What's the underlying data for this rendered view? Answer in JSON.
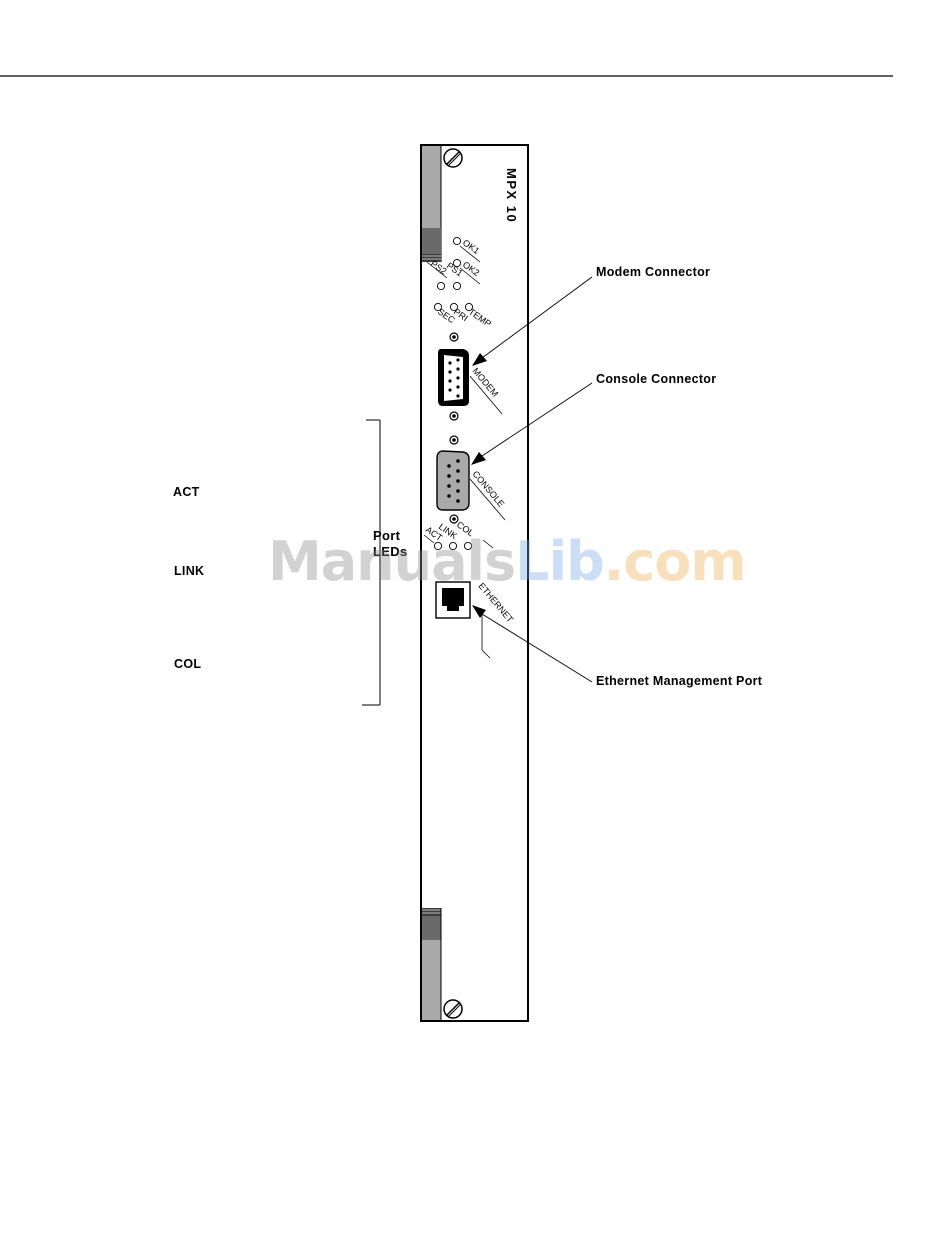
{
  "panel": {
    "model": "MPX 10",
    "leds_power": [
      "OK1",
      "OK2",
      "PS1",
      "PS2"
    ],
    "leds_status": [
      "SEC",
      "PRI",
      "TEMP"
    ],
    "leds_port": [
      "ACT",
      "LINK",
      "COL"
    ],
    "connectors": {
      "modem": "MODEM",
      "console": "CONSOLE",
      "ethernet": "ETHERNET"
    }
  },
  "callouts": {
    "modem": "Modem Connector",
    "console": "Console Connector",
    "ethernet": "Ethernet Management Port"
  },
  "port_leds": {
    "title_line1": "Port",
    "title_line2": "LEDs",
    "items": [
      "ACT",
      "LINK",
      "COL"
    ]
  },
  "watermark": {
    "part1": "Manuals",
    "part2": "Lib",
    "part3": ".com"
  }
}
